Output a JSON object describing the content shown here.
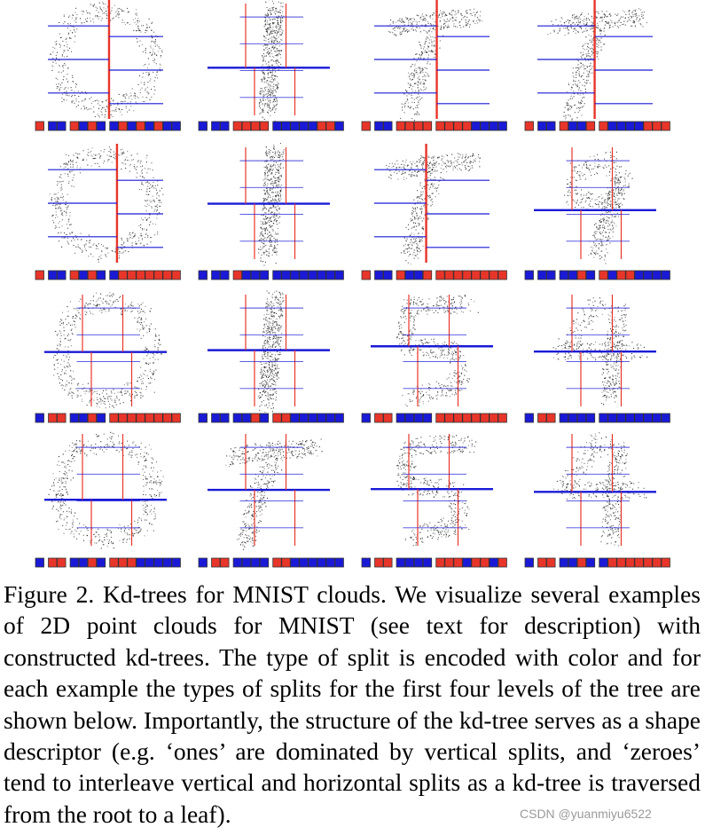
{
  "caption": {
    "label": "Figure 2.",
    "text": "Kd-trees for MNIST clouds.  We visualize several examples of 2D point clouds for MNIST (see text for description) with constructed kd-trees. The type of split is encoded with color and for each example the types of splits for the first four levels of the tree are shown below. Importantly, the structure of the kd-tree serves as a shape descriptor (e.g. ‘ones’ are dominated by vertical splits, and ‘zeroes’ tend to interleave vertical and horizontal splits as a kd-tree is traversed from the root to a leaf)."
  },
  "watermark": "CSDN @yuanmiyu6522",
  "colors": {
    "vertical_split": "#e8352a",
    "horizontal_split": "#1a1ad6",
    "point": "#222222",
    "box_border": "#333333"
  },
  "panels": [
    {
      "digit": "0",
      "codes": "RBBRBRBBRBRBRBB"
    },
    {
      "digit": "1",
      "codes": "BBBRRRRBBBBBRRB"
    },
    {
      "digit": "7",
      "codes": "RBBRRRRRRRRBBBB"
    },
    {
      "digit": "7",
      "codes": "RBBRBBRRBBBBRRR"
    },
    {
      "digit": "0",
      "codes": "RBBRBRBBRRRRRRR"
    },
    {
      "digit": "1",
      "codes": "BBBRBBBBBBBBBBB"
    },
    {
      "digit": "7",
      "codes": "RBBRBBRRRRRRRRR"
    },
    {
      "digit": "9",
      "codes": "BBBBBRBRBRRBBBB"
    },
    {
      "digit": "0",
      "codes": "BRRBBRBRRRRRRRR"
    },
    {
      "digit": "1",
      "codes": "BBBBBRBRRBBBBBB"
    },
    {
      "digit": "5",
      "codes": "BRRBBBBRRRRRRRR"
    },
    {
      "digit": "4",
      "codes": "BRRBBBBBBBBBBBB"
    },
    {
      "digit": "0",
      "codes": "BRRBBRBRRRBBBBB"
    },
    {
      "digit": "7",
      "codes": "BRRBBBBRRBBBBBB"
    },
    {
      "digit": "5",
      "codes": "BRRBBBBRRRBRRBR"
    },
    {
      "digit": "4",
      "codes": "BRRBBRBBRRRRRRR"
    }
  ]
}
